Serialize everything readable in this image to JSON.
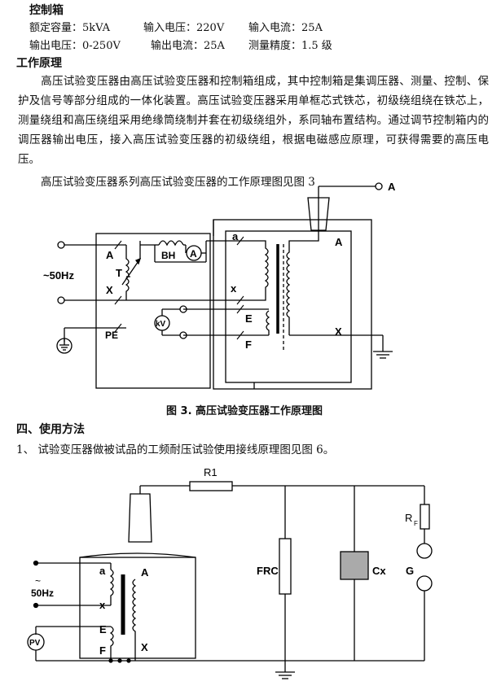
{
  "control_box": {
    "title": "控制箱",
    "specs": [
      [
        "额定容量：5kVA",
        "输入电压：220V",
        "输入电流：25A"
      ],
      [
        "输出电压：0-250V",
        "输出电流：25A",
        "测量精度：1.5 级"
      ]
    ]
  },
  "principle": {
    "title": "工作原理",
    "paragraph": "高压试验变压器由高压试验变压器和控制箱组成，其中控制箱是集调压器、测量、控制、保护及信号等部分组成的一体化装置。高压试验变压器采用单框芯式铁芯，初级绕组绕在铁芯上，测量绕组和高压绕组采用绝缘筒绕制并套在初级绕组外，系同轴布置结构。通过调节控制箱内的调压器输出电压，接入高压试验变压器的初级绕组，根据电磁感应原理，可获得需要的高压电压。",
    "figure_ref": "高压试验变压器系列高压试验变压器的工作原理图见图 3"
  },
  "figure3": {
    "caption": "图 3. 高压试验变压器工作原理图",
    "labels": {
      "source": "~50Hz",
      "A_ctrl": "A",
      "X_ctrl": "X",
      "T": "T",
      "PE": "PE",
      "BH": "BH",
      "ammeter": "A",
      "voltmeter": "kV",
      "a": "a",
      "x": "x",
      "E": "E",
      "F": "F",
      "A_hv": "A",
      "X_hv": "X",
      "terminal_A": "A"
    }
  },
  "usage": {
    "title": "四、使用方法",
    "item1": "1、 试验变压器做被试品的工频耐压试验使用接线原理图见图 6。"
  },
  "figure6": {
    "labels": {
      "R1": "R1",
      "RF": "R",
      "RF_sub": "F",
      "FRC": "FRC",
      "Cx": "Cx",
      "G": "G",
      "source": "50Hz",
      "PV": "PV",
      "a": "a",
      "x": "x",
      "E": "E",
      "F": "F",
      "A": "A",
      "X": "X"
    }
  }
}
